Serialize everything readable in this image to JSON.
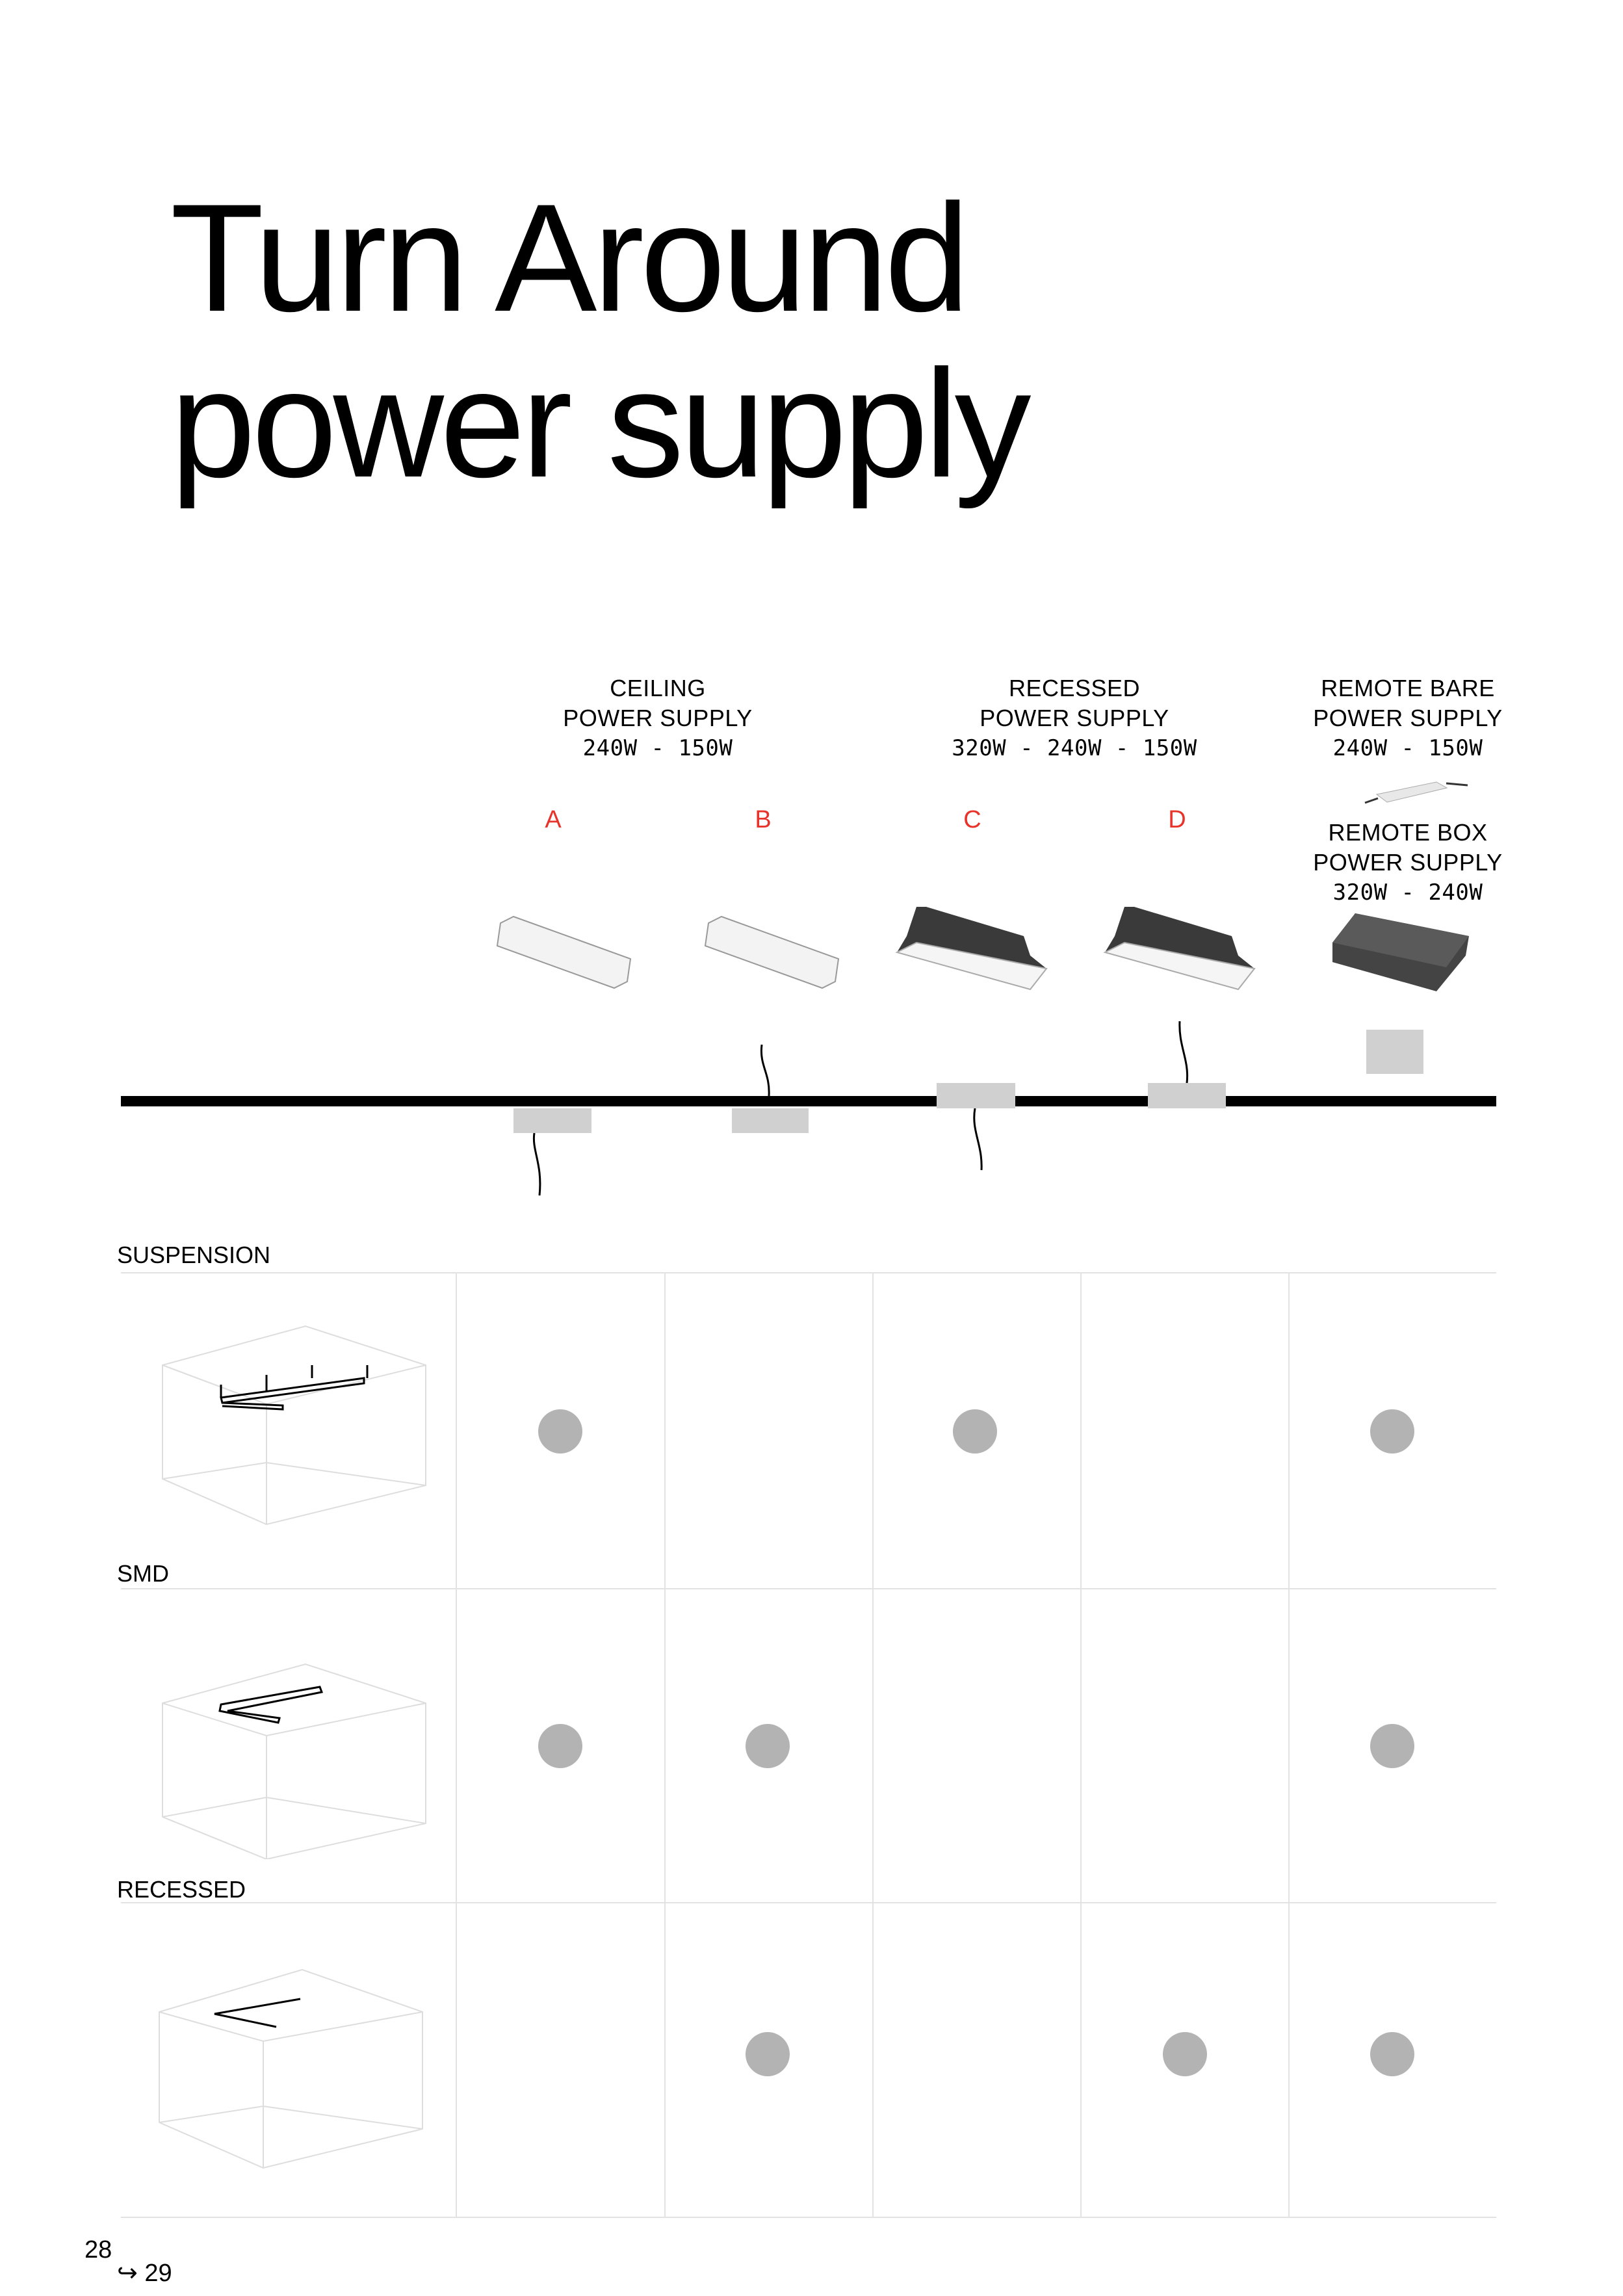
{
  "title": {
    "line1": "Turn Around",
    "line2": "power supply"
  },
  "headers": [
    {
      "lines": [
        "CEILING",
        "POWER  SUPPLY"
      ],
      "watt": "240W - 150W"
    },
    {
      "lines": [
        "RECESSED",
        "POWER  SUPPLY"
      ],
      "watt": "320W - 240W - 150W"
    },
    {
      "lines": [
        "REMOTE BARE",
        "POWER SUPPLY"
      ],
      "watt": "240W - 150W"
    },
    {
      "lines": [
        "REMOTE BOX",
        "POWER  SUPPLY"
      ],
      "watt": "320W - 240W"
    }
  ],
  "letters": [
    "A",
    "B",
    "C",
    "D"
  ],
  "accent_color": "#e8332a",
  "rows": [
    {
      "label": "SUSPENSION",
      "marks": [
        true,
        false,
        true,
        false,
        true
      ]
    },
    {
      "label": "SMD",
      "marks": [
        true,
        true,
        false,
        false,
        true
      ]
    },
    {
      "label": "RECESSED",
      "marks": [
        false,
        true,
        false,
        true,
        true
      ]
    }
  ],
  "page": {
    "current": "28",
    "next": "29"
  }
}
